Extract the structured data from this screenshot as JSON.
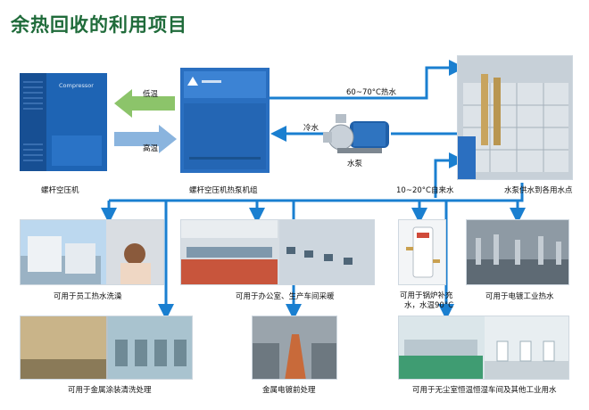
{
  "title": "余热回收的利用项目",
  "machines": {
    "compressor": {
      "label": "螺杆空压机",
      "brand": "Compressor"
    },
    "heat_pump": {
      "label": "螺杆空压机热泵机组"
    },
    "pump": {
      "label": "水泵"
    },
    "tank": {
      "label": "水泵供水到各用水点"
    }
  },
  "flows": {
    "low_temp": "低温",
    "high_temp": "高温",
    "hot_water": "60~70°C热水",
    "cold_water": "冷水",
    "tap_water": "10~20°C自来水"
  },
  "uses": {
    "staff_bath": "可用于员工热水洗澡",
    "office_heating": "可用于办公室、生产车间采暖",
    "boiler_line1": "可用于锅炉补充",
    "boiler_line2": "水，水温90°C",
    "electroplating": "可用于电镀工业热水",
    "metal_coating": "可用于金属涂装清洗处理",
    "pre_plating": "金属电镀前处理",
    "cleanroom": "可用于无尘室恒温恒湿车间及其他工业用水"
  },
  "colors": {
    "title": "#1f6b3a",
    "pipe": "#1a7fd0",
    "arrow_cold": "#8cc46a",
    "arrow_hot": "#8ab4de"
  }
}
